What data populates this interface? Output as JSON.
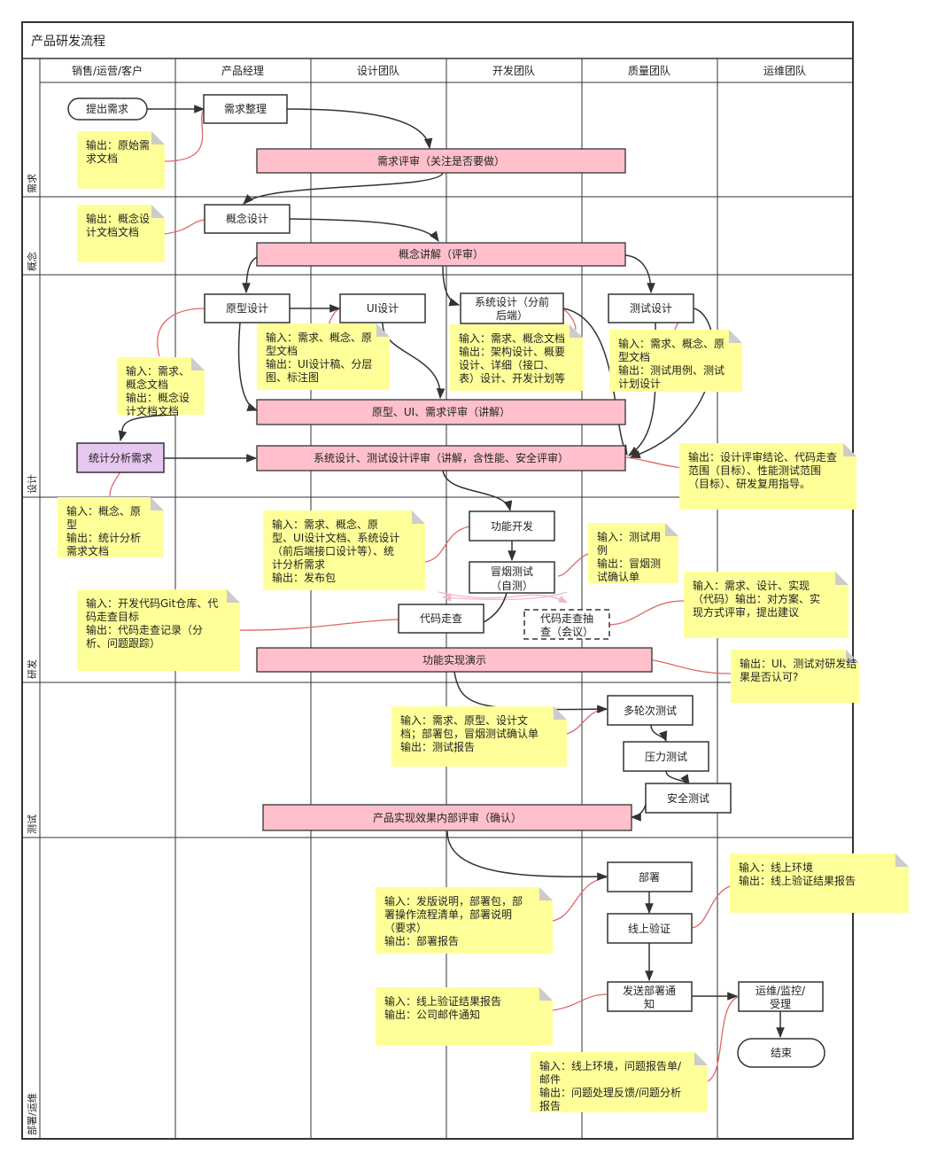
{
  "title": "产品研发流程",
  "columns": [
    "销售/运营/客户",
    "产品经理",
    "设计团队",
    "开发团队",
    "质量团队",
    "运维团队"
  ],
  "phases": [
    "需求",
    "概念",
    "设计",
    "研发",
    "测试",
    "部署/运维"
  ],
  "steps": {
    "start": "提出需求",
    "req_org": "需求整理",
    "concept_design": "概念设计",
    "proto_design": "原型设计",
    "ui_design": "UI设计",
    "sys_design": [
      "系统设计（分前",
      "后端）"
    ],
    "test_design": "测试设计",
    "stats": "统计分析需求",
    "func_dev": "功能开发",
    "smoke": [
      "冒烟测试",
      "（自测）"
    ],
    "code_review": "代码走查",
    "code_spot": [
      "代码走查抽",
      "查（会议）"
    ],
    "multi_test": "多轮次测试",
    "stress_test": "压力测试",
    "security_test": "安全测试",
    "deploy": "部署",
    "online_verify": "线上验证",
    "notify": [
      "发送部署通",
      "知"
    ],
    "ops": [
      "运维/监控/",
      "受理"
    ],
    "end": "结束"
  },
  "reviews": {
    "req_review": "需求评审（关注是否要做）",
    "concept_review": "概念讲解（评审）",
    "proto_review": "原型、UI、需求评审（讲解）",
    "sys_review": "系统设计、测试设计评审（讲解，含性能、安全评审）",
    "demo": "功能实现演示",
    "internal_review": "产品实现效果内部评审（确认）"
  },
  "notes": {
    "n1": [
      "输出：原始需",
      "求文档"
    ],
    "n2": [
      "输出：概念设",
      "计文档文档"
    ],
    "n3": [
      "输入：需求、概念、原",
      "型文档",
      "输出：UI设计稿、分层",
      "图、标注图"
    ],
    "n4": [
      "输入：需求、概念文档",
      "输出：架构设计、概要",
      "设计、详细（接口、",
      "表）设计、开发计划等"
    ],
    "n5": [
      "输入：需求、概念、原",
      "型文档",
      "输出：测试用例、测试",
      "计划设计"
    ],
    "n6": [
      "输入：需求、",
      "概念文档",
      "输出：概念设",
      "计文档文档"
    ],
    "n7": [
      "输出：设计评审结论、代码走查",
      "范围（目标）、性能测试范围",
      "（目标）、研发复用指导。"
    ],
    "n8": [
      "输入：概念、原",
      "型",
      "输出：统计分析",
      "需求文档"
    ],
    "n9": [
      "输入：需求、概念、原",
      "型、UI设计文档、系统设计",
      "（前后端接口设计等）、统",
      "计分析需求",
      "输出：发布包"
    ],
    "n10": [
      "输入：测试用",
      "例",
      "输出：冒烟测",
      "试确认单"
    ],
    "n11": [
      "输入：需求、设计、实现",
      "（代码）输出：对方案、实",
      "现方式评审，提出建议"
    ],
    "n12": [
      "输入：开发代码Git仓库、代",
      "码走查目标",
      "输出：代码走查记录（分",
      "析、问题跟踪）"
    ],
    "n13": [
      "输出：UI、测试对研发结",
      "果是否认可?"
    ],
    "n14": [
      "输入：需求、原型、设计文",
      "档；部署包，冒烟测试确认单",
      "输出：测试报告"
    ],
    "n15": [
      "输入：线上环境",
      "输出：线上验证结果报告"
    ],
    "n16": [
      "输入：发版说明，部署包，部",
      "署操作流程清单，部署说明",
      "（要求）",
      "输出：部署报告"
    ],
    "n17": [
      "输入：线上验证结果报告",
      "输出：公司邮件通知"
    ],
    "n18": [
      "输入：线上环境，问题报告单/",
      "邮件",
      "输出：问题处理反馈/问题分析",
      "报告"
    ]
  },
  "colors": {
    "review_fill": "#ffc0cb",
    "stats_fill": "#e6c7f0",
    "note_fill": "#ffff99",
    "note_fold": "#cccccc",
    "connector": "#e06666",
    "spot_line": "#f4b6c2",
    "border": "#333333"
  }
}
